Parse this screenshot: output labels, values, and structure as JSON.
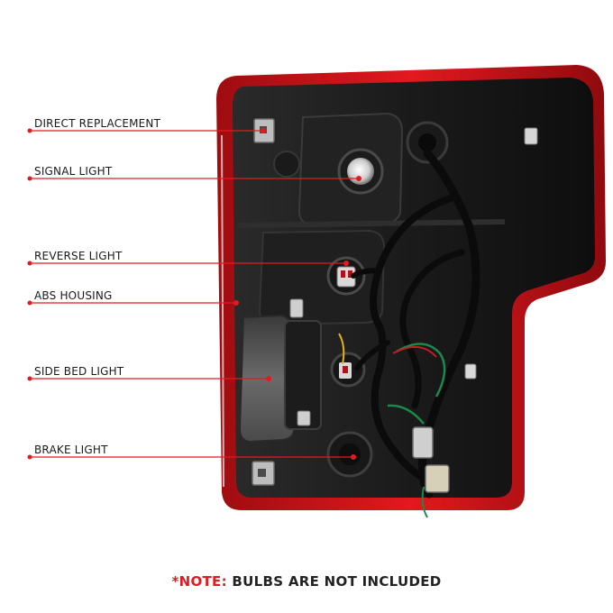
{
  "callouts": [
    {
      "label": "DIRECT REPLACEMENT"
    },
    {
      "label": "SIGNAL LIGHT"
    },
    {
      "label": "REVERSE LIGHT"
    },
    {
      "label": "ABS HOUSING"
    },
    {
      "label": "SIDE BED LIGHT"
    },
    {
      "label": "BRAKE LIGHT"
    }
  ],
  "note": {
    "prefix": "*NOTE:",
    "text": "BULBS ARE NOT INCLUDED"
  },
  "colors": {
    "accent": "#e21b23",
    "lens_red": "#d4141a",
    "housing": "#141414",
    "wire": "#0b0b0b"
  }
}
